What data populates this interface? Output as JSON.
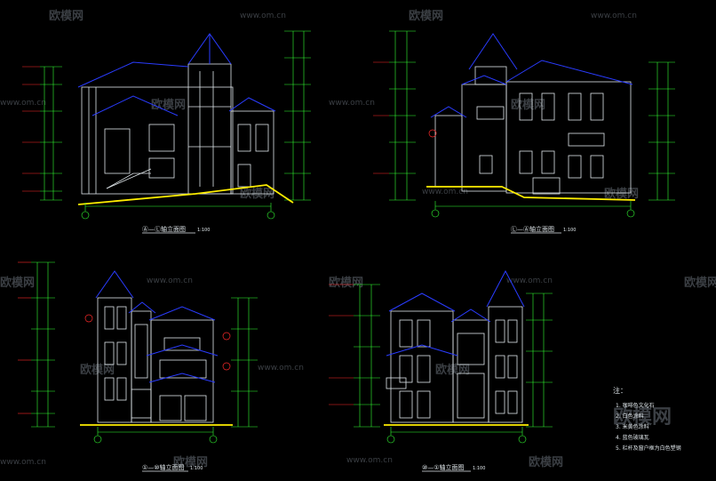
{
  "elevations": [
    {
      "title": "Ⓐ—Ⓛ轴立面图",
      "scale": "1:100"
    },
    {
      "title": "Ⓛ—Ⓐ轴立面图",
      "scale": "1:100"
    },
    {
      "title": "①—⑩轴立面图",
      "scale": "1:100"
    },
    {
      "title": "⑩—①轴立面图",
      "scale": "1:100"
    }
  ],
  "notes": {
    "heading": "注：",
    "items": [
      "1. 咖啡色文化石",
      "2. 白色涂料",
      "3. 米黄色涂料",
      "4. 蓝色玻璃瓦",
      "5. 栏杆及窗户框为白色塑钢"
    ]
  },
  "watermark": {
    "brand": "欧模网",
    "url": "www.om.cn"
  },
  "colors": {
    "background": "#000000",
    "building_line": "#dfe6ea",
    "roof_line": "#2a3cff",
    "dimension_line": "#33ff33",
    "ground_line": "#ffee00",
    "annotation_red": "#ff2a2a",
    "watermark": "#3b3f44"
  }
}
